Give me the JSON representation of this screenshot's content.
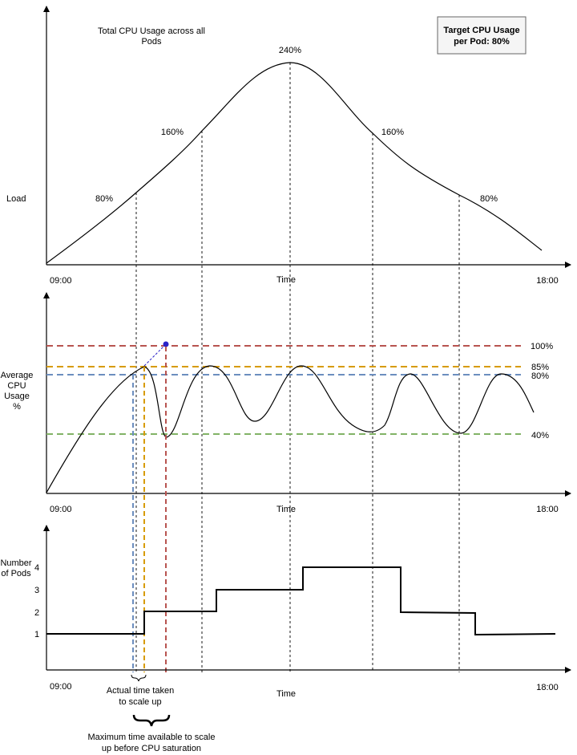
{
  "load_chart": {
    "title_lines": [
      "Total CPU Usage across all",
      "Pods"
    ],
    "ylabel": "Load",
    "x_start": "09:00",
    "x_end": "18:00",
    "xlabel": "Time",
    "points": [
      {
        "label": "80%"
      },
      {
        "label": "160%"
      },
      {
        "label": "240%"
      },
      {
        "label": "160%"
      },
      {
        "label": "80%"
      }
    ],
    "target_box": [
      "Target CPU Usage",
      "per Pod: 80%"
    ]
  },
  "cpu_chart": {
    "ylabel_lines": [
      "Average",
      "CPU",
      "Usage",
      "%"
    ],
    "x_start": "09:00",
    "x_end": "18:00",
    "xlabel": "Time",
    "thresholds": [
      {
        "label": "100%",
        "value": 100,
        "color": "#b85450"
      },
      {
        "label": "85%",
        "value": 85,
        "color": "#d79b00"
      },
      {
        "label": "80%",
        "value": 80,
        "color": "#6c8ebf"
      },
      {
        "label": "40%",
        "value": 40,
        "color": "#82b366"
      }
    ],
    "marker_color": "#2b23c8"
  },
  "pods_chart": {
    "ylabel_lines": [
      "Number",
      "of Pods"
    ],
    "ticks": [
      "4",
      "3",
      "2",
      "1"
    ],
    "x_start": "09:00",
    "x_end": "18:00",
    "xlabel": "Time",
    "annotation_actual": [
      "Actual time taken",
      "to scale up"
    ],
    "annotation_max": [
      "Maximum time available to scale",
      "up before CPU saturation"
    ]
  }
}
